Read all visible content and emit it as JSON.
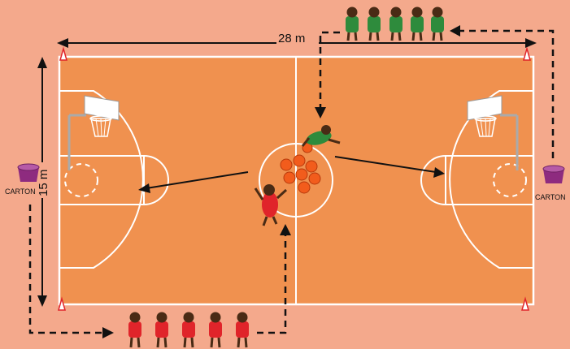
{
  "labels": {
    "length": "28 m",
    "width": "15 m",
    "carton_left": "CARTON",
    "carton_right": "CARTON"
  },
  "colors": {
    "background": "#f4a98c",
    "court": "#f0914f",
    "lines": "#ffffff",
    "team_green": "#2e8b3c",
    "team_red": "#e0242a",
    "ball": "#f25c1c",
    "bucket": "#8e2b7f"
  },
  "icons": {
    "cone": "cone-icon",
    "bucket": "bucket-icon",
    "player": "player-icon",
    "ball": "ball-icon",
    "hoop": "hoop-icon"
  }
}
